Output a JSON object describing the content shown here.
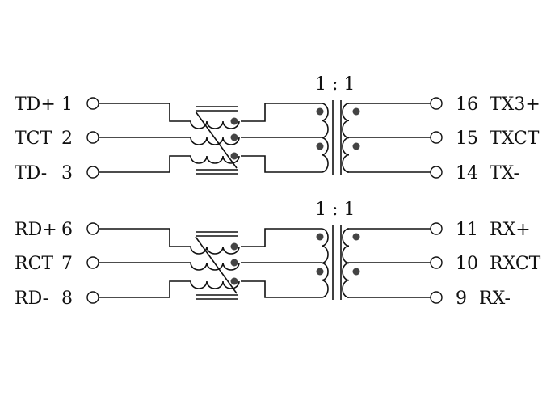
{
  "sections": [
    {
      "ratio": "1 : 1",
      "left_pins": [
        {
          "name": "TD+",
          "num": "1"
        },
        {
          "name": "TCT",
          "num": "2"
        },
        {
          "name": "TD-",
          "num": "3"
        }
      ],
      "right_pins": [
        {
          "num": "16",
          "name": "TX3+"
        },
        {
          "num": "15",
          "name": "TXCT"
        },
        {
          "num": "14",
          "name": "TX-"
        }
      ]
    },
    {
      "ratio": "1 : 1",
      "left_pins": [
        {
          "name": "RD+",
          "num": "6"
        },
        {
          "name": "RCT",
          "num": "7"
        },
        {
          "name": "RD-",
          "num": "8"
        }
      ],
      "right_pins": [
        {
          "num": "11",
          "name": "RX+"
        },
        {
          "num": "10",
          "name": "RXCT"
        },
        {
          "num": "9",
          "name": "RX-"
        }
      ]
    }
  ]
}
